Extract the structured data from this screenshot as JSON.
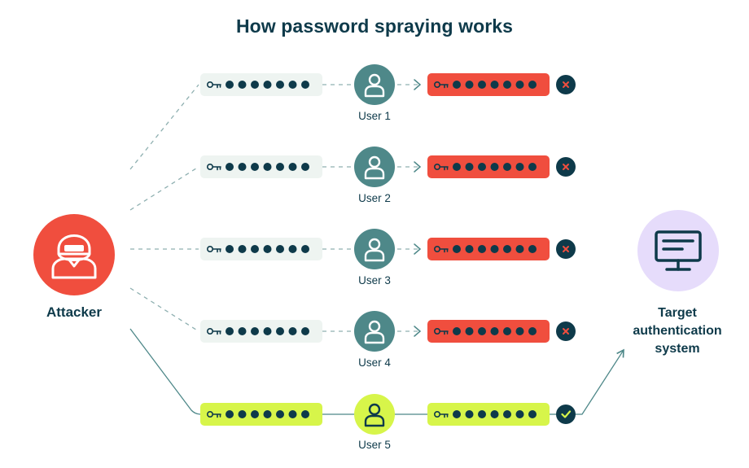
{
  "title": "How password spraying works",
  "attacker": {
    "label": "Attacker",
    "icon": "hacker-icon",
    "color": "#f04e3e"
  },
  "target": {
    "label": "Target authentication system",
    "icon": "monitor-icon",
    "color": "#e6dcfb"
  },
  "colors": {
    "dark": "#0e3a4a",
    "user_teal": "#4e8889",
    "fail_red": "#f04e3e",
    "success_lime": "#d7f54a",
    "pill_light": "#eef4f1",
    "line": "#8fb0b1"
  },
  "attempts": [
    {
      "user": "User 1",
      "result": "fail",
      "result_icon": "x-icon"
    },
    {
      "user": "User 2",
      "result": "fail",
      "result_icon": "x-icon"
    },
    {
      "user": "User 3",
      "result": "fail",
      "result_icon": "x-icon"
    },
    {
      "user": "User 4",
      "result": "fail",
      "result_icon": "x-icon"
    },
    {
      "user": "User 5",
      "result": "success",
      "result_icon": "check-icon"
    }
  ]
}
